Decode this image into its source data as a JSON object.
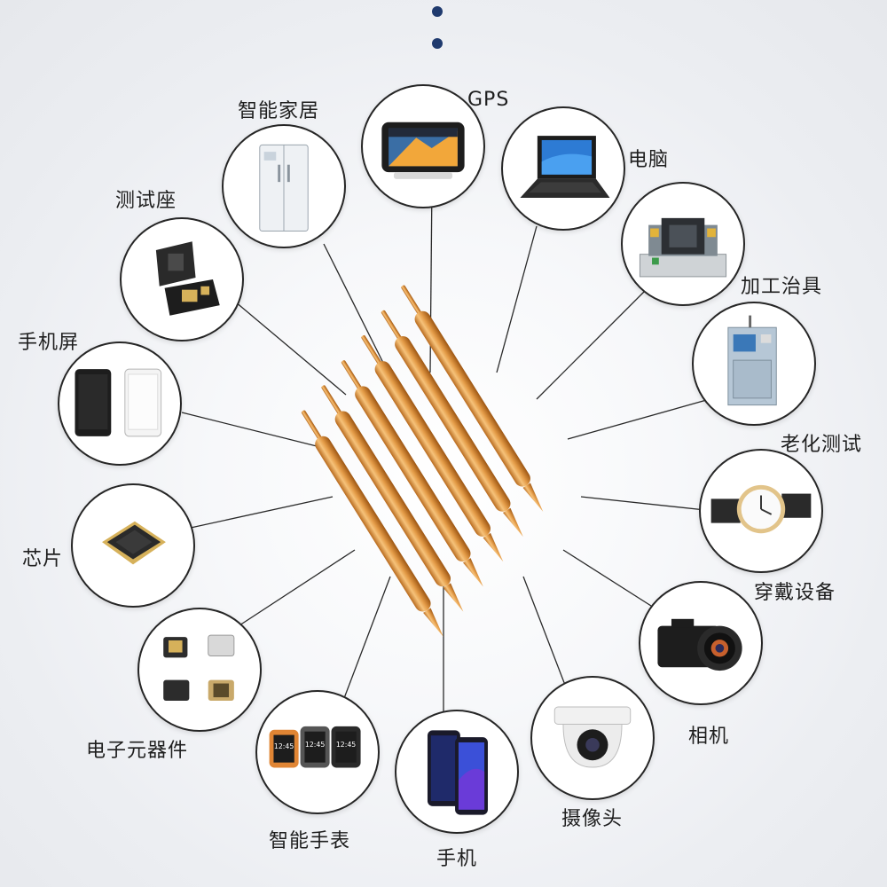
{
  "items": [
    {
      "id": "smart-home",
      "label": "智能家居",
      "icon": "refrigerator-icon"
    },
    {
      "id": "gps",
      "label": "GPS",
      "icon": "gps-navigator-icon"
    },
    {
      "id": "computer",
      "label": "电脑",
      "icon": "laptop-icon"
    },
    {
      "id": "fixture",
      "label": "加工治具",
      "icon": "fixture-icon"
    },
    {
      "id": "aging-test",
      "label": "老化测试",
      "icon": "test-machine-icon"
    },
    {
      "id": "wearable",
      "label": "穿戴设备",
      "icon": "wristwatch-icon"
    },
    {
      "id": "camera",
      "label": "相机",
      "icon": "camera-icon"
    },
    {
      "id": "webcam",
      "label": "摄像头",
      "icon": "dome-camera-icon"
    },
    {
      "id": "phone",
      "label": "手机",
      "icon": "smartphone-icon"
    },
    {
      "id": "smartwatch",
      "label": "智能手表",
      "icon": "smartwatch-icon"
    },
    {
      "id": "components",
      "label": "电子元器件",
      "icon": "components-icon"
    },
    {
      "id": "chip",
      "label": "芯片",
      "icon": "chip-icon"
    },
    {
      "id": "screen",
      "label": "手机屏",
      "icon": "phone-screen-icon"
    },
    {
      "id": "test-socket",
      "label": "测试座",
      "icon": "test-socket-icon"
    }
  ],
  "center": {
    "icon": "pogo-pin-bundle-icon"
  }
}
